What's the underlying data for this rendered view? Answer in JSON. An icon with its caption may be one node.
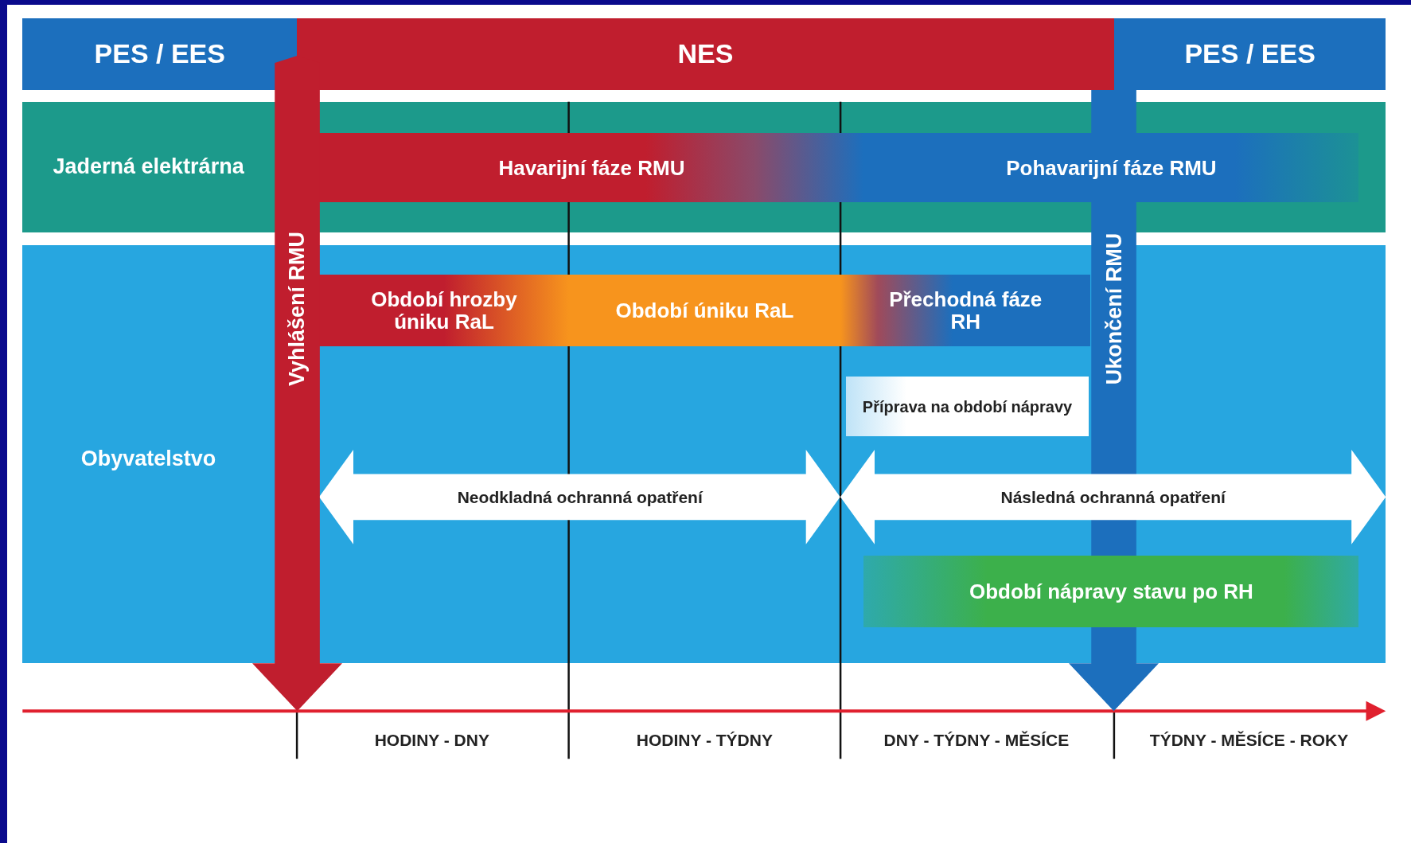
{
  "diagram": {
    "nodes": [
      {
        "text": [
          "PES / EES"
        ]
      },
      {
        "text": [
          "NES"
        ]
      },
      {
        "text": [
          "PES / EES"
        ]
      },
      {
        "text": [
          "Jaderná elektrárna"
        ]
      },
      {
        "text": [
          "Havarijní fáze RMU"
        ],
        "in": 3
      },
      {
        "text": [
          "Pohavarijní fáze RMU"
        ],
        "in": 3
      },
      {
        "text": [
          "Obyvatelstvo"
        ]
      },
      {
        "text": [
          "Období hrozby úniku RaL"
        ],
        "in": 6
      },
      {
        "text": [
          "Období úniku RaL"
        ],
        "in": 6
      },
      {
        "text": [
          "Přechodná fáze RH"
        ],
        "in": 6
      },
      {
        "text": [
          "Příprava na období nápravy"
        ],
        "in": 6
      },
      {
        "text": [
          "Neodkladná ochranná opatření"
        ],
        "in": 6
      },
      {
        "text": [
          "Následná ochranná opatření"
        ],
        "in": 6
      },
      {
        "text": [
          "Období nápravy stavu po RH"
        ],
        "in": 6
      },
      {
        "text": [
          "Vyhlášení RMU"
        ]
      },
      {
        "text": [
          "Ukončení RMU"
        ]
      }
    ],
    "labels": [
      "HODINY - DNY",
      "HODINY - TÝDNY",
      "DNY - TÝDNY - MĚSÍCE",
      "TÝDNY - MĚSÍCE - ROKY"
    ]
  }
}
